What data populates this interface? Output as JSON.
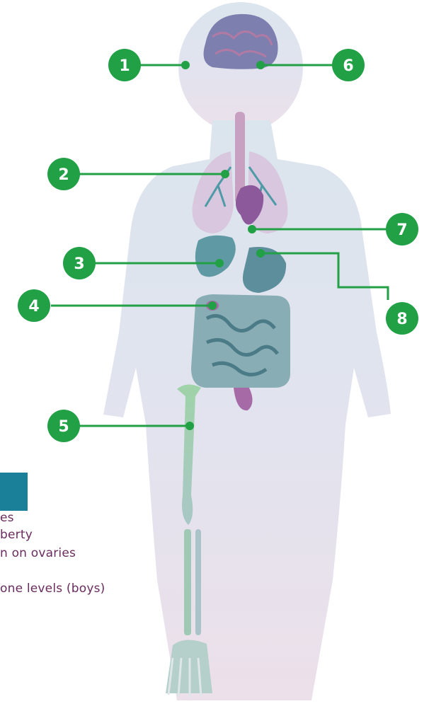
{
  "colors": {
    "leader": "#22a046",
    "badge": "#22a046",
    "silhouette": "#dde6ef",
    "teal_box": "#1a7f99",
    "legend_text": "#6a2b5e"
  },
  "markers": [
    "1",
    "2",
    "3",
    "4",
    "5",
    "6",
    "7",
    "8"
  ],
  "legend": {
    "lines": [
      "es",
      "berty",
      "n on ovaries",
      "one levels (boys)"
    ]
  }
}
